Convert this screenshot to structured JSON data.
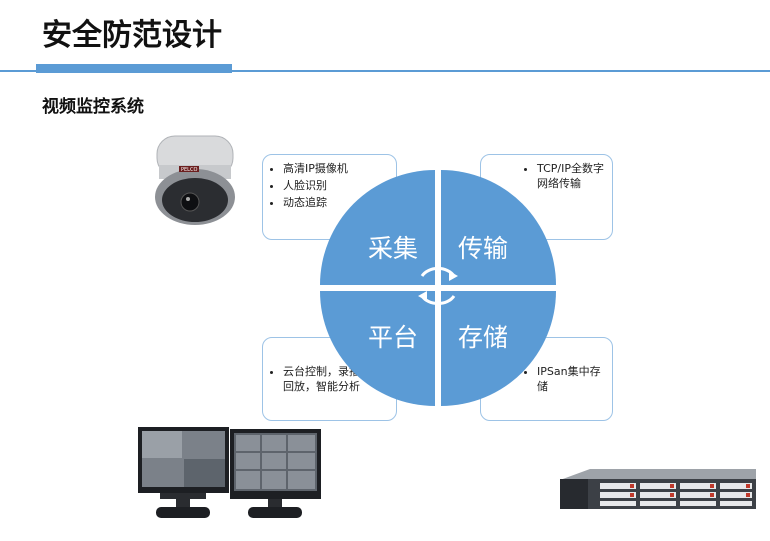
{
  "title": "安全防范设计",
  "subtitle": "视频监控系统",
  "quadrants": {
    "top_left": "采集",
    "top_right": "传输",
    "bottom_left": "平台",
    "bottom_right": "存储"
  },
  "callouts": {
    "top_left": [
      "高清IP摄像机",
      "人脸识别",
      "动态追踪"
    ],
    "top_right": [
      "TCP/IP全数字网络传输"
    ],
    "bottom_left": [
      "云台控制，录播回放，智能分析"
    ],
    "bottom_right": [
      "IPSan集中存储"
    ]
  },
  "camera_brand": "PELCO",
  "colors": {
    "accent": "#5b9bd5",
    "callout_border": "#9dc3e6"
  },
  "icons": [
    "dome-camera-icon",
    "monitors-icon",
    "storage-server-icon",
    "cycle-arrows-icon"
  ]
}
